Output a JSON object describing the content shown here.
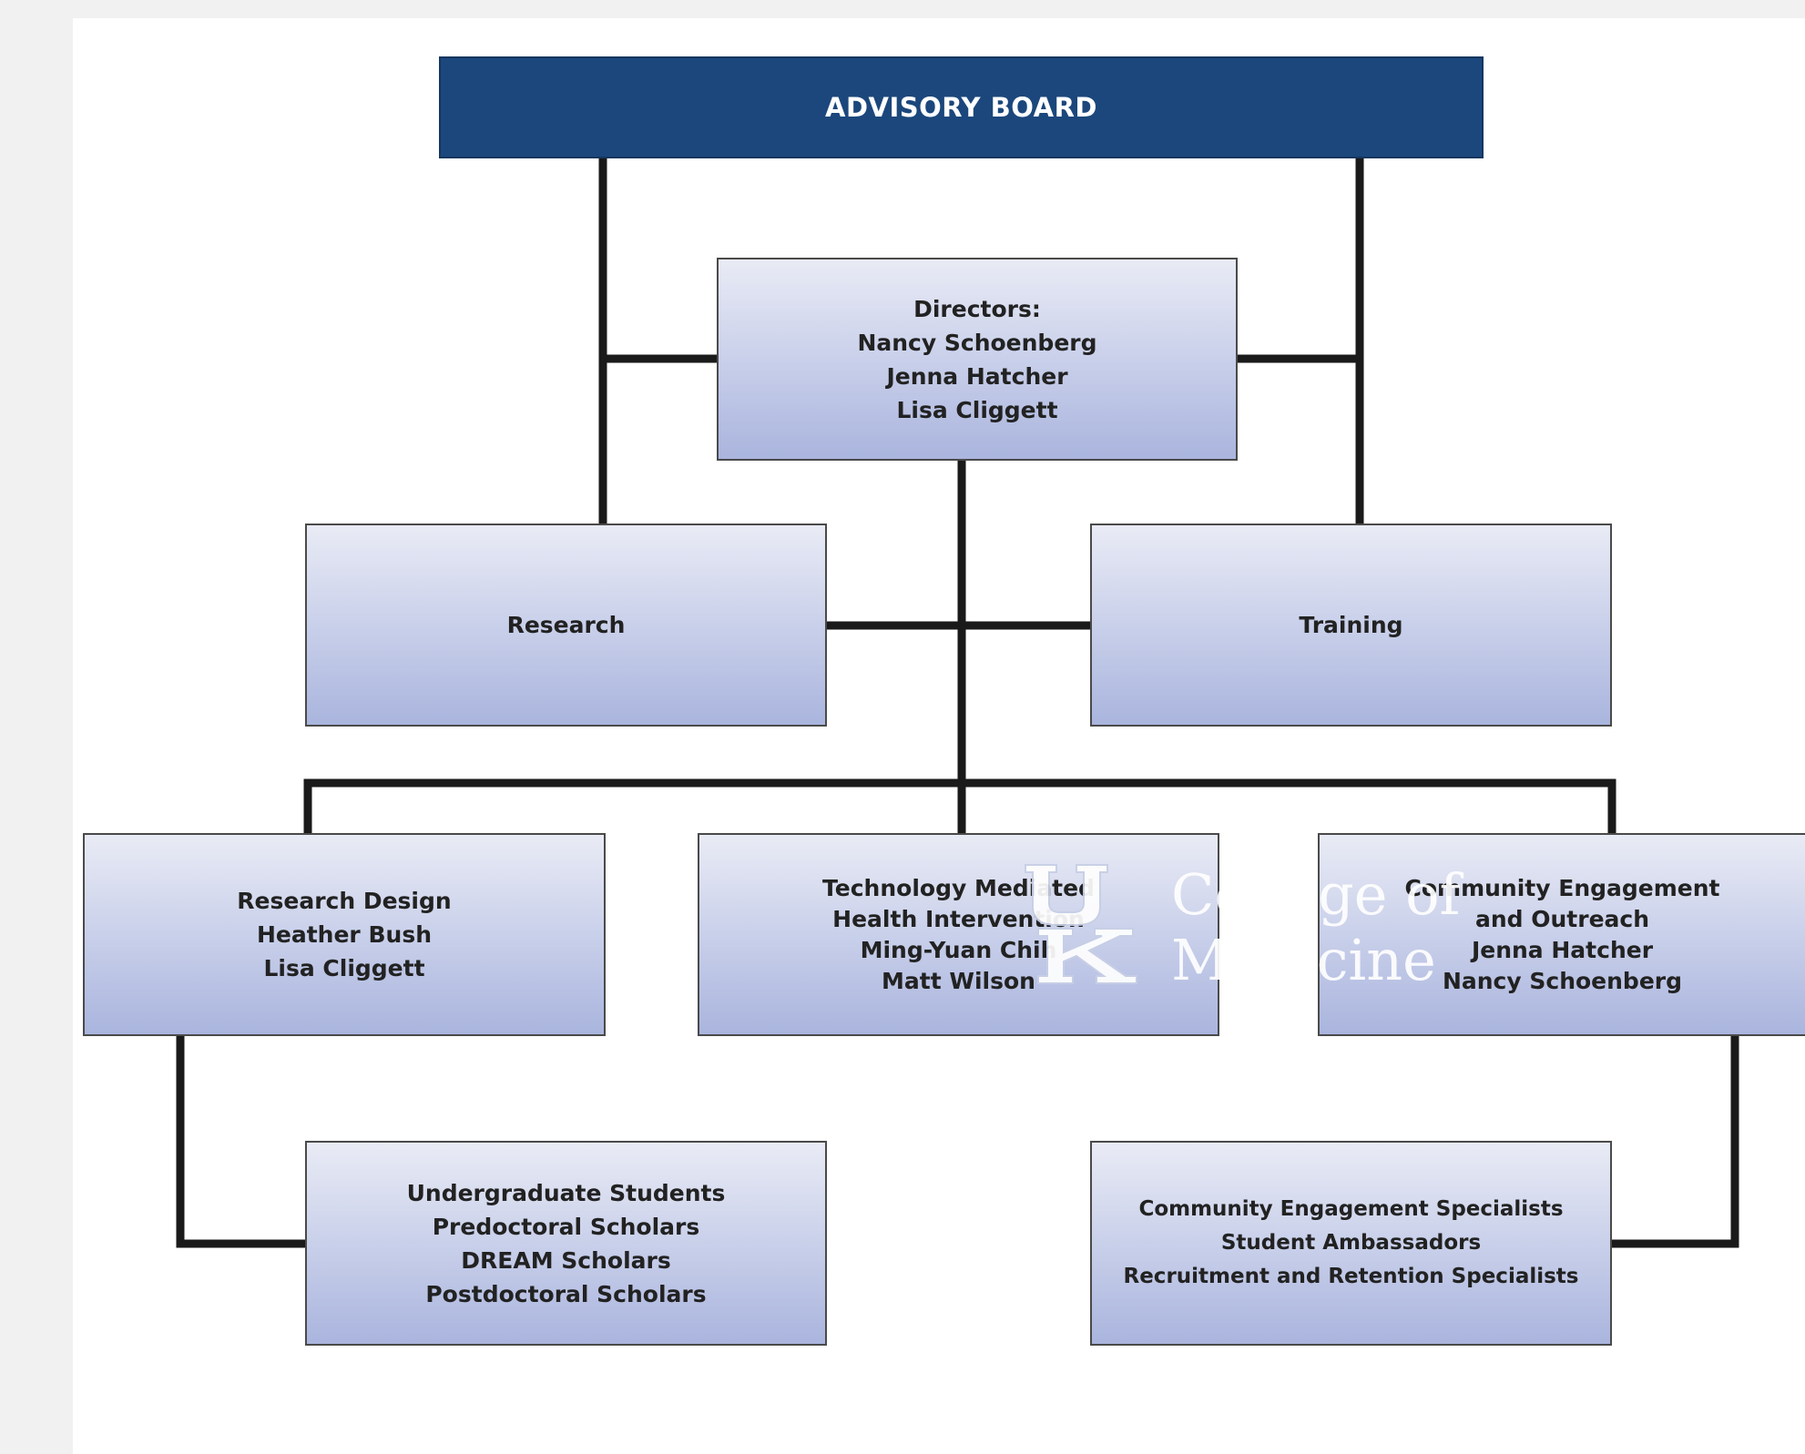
{
  "advisory_board": {
    "label": "ADVISORY BOARD"
  },
  "directors": {
    "lines": [
      "Directors:",
      "Nancy Schoenberg",
      "Jenna Hatcher",
      "Lisa Cliggett"
    ]
  },
  "research": {
    "label": "Research"
  },
  "training": {
    "label": "Training"
  },
  "cores": [
    {
      "lines": [
        "Research Design",
        "Heather Bush",
        "Lisa Cliggett"
      ]
    },
    {
      "lines": [
        "Technology Mediated",
        "Health Intervention",
        "Ming-Yuan Chih",
        "Matt Wilson"
      ]
    },
    {
      "lines": [
        "Community Engagement",
        "and Outreach",
        "Jenna Hatcher",
        "Nancy Schoenberg"
      ]
    }
  ],
  "trainees": {
    "lines": [
      "Undergraduate Students",
      "Predoctoral Scholars",
      "DREAM Scholars",
      "Postdoctoral Scholars"
    ]
  },
  "community_staff": {
    "lines": [
      "Community Engagement Specialists",
      "Student Ambassadors",
      "Recruitment and Retention Specialists"
    ]
  },
  "watermark": {
    "logo_letters": "UK",
    "line1": "College of",
    "line2": "Medicine"
  },
  "colors": {
    "header_fill": "#1b477c",
    "box_gradient_top": "#e9ebf5",
    "box_gradient_bottom": "#aab5de",
    "connector": "#1a1a1a"
  }
}
